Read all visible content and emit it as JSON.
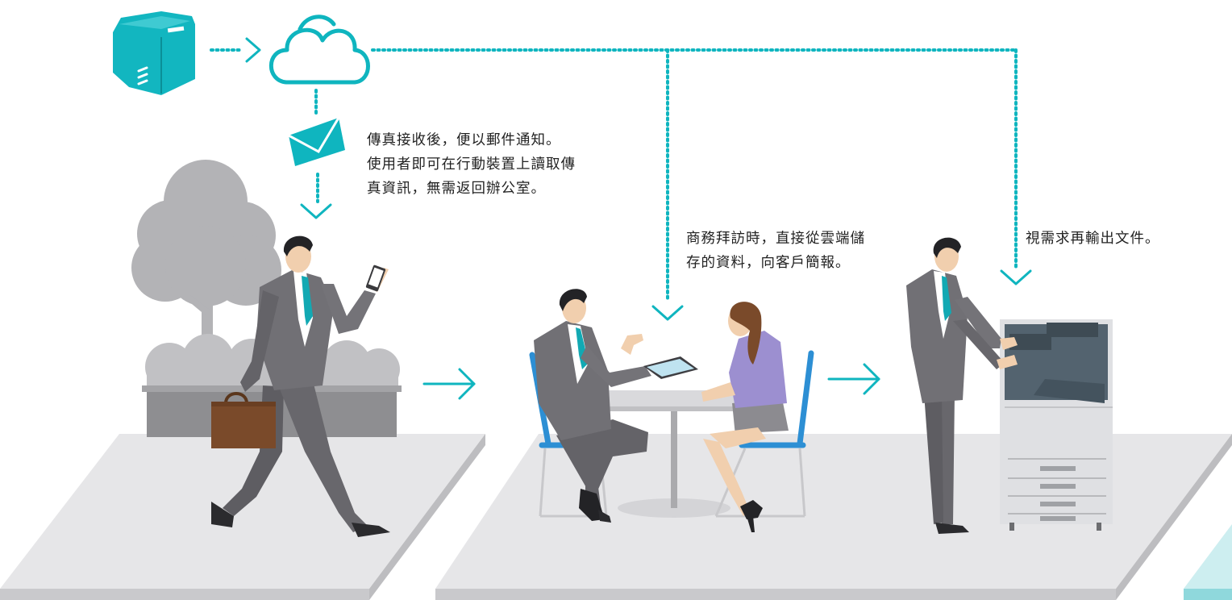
{
  "captions": {
    "email": {
      "lines": [
        "傳真接收後，便以郵件通知。",
        "使用者即可在行動裝置上讀取傳",
        "真資訊，無需返回辦公室。"
      ]
    },
    "meeting": {
      "lines": [
        "商務拜訪時，直接從雲端儲",
        "存的資料，向客戶簡報。"
      ]
    },
    "print": {
      "lines": [
        "視需求再輸出文件。"
      ]
    }
  },
  "colors": {
    "accent": "#0fb5bf",
    "floor": "#e6e6e8",
    "suit": "#6f6e73",
    "tree": "#b3b3b6",
    "chair": "#2d8fd4",
    "bag": "#7a4a2a",
    "blouse": "#9c8fd0"
  },
  "icons": [
    "fax-machine-icon",
    "cloud-icon",
    "email-icon",
    "arrow-right-icon",
    "arrow-down-icon"
  ]
}
